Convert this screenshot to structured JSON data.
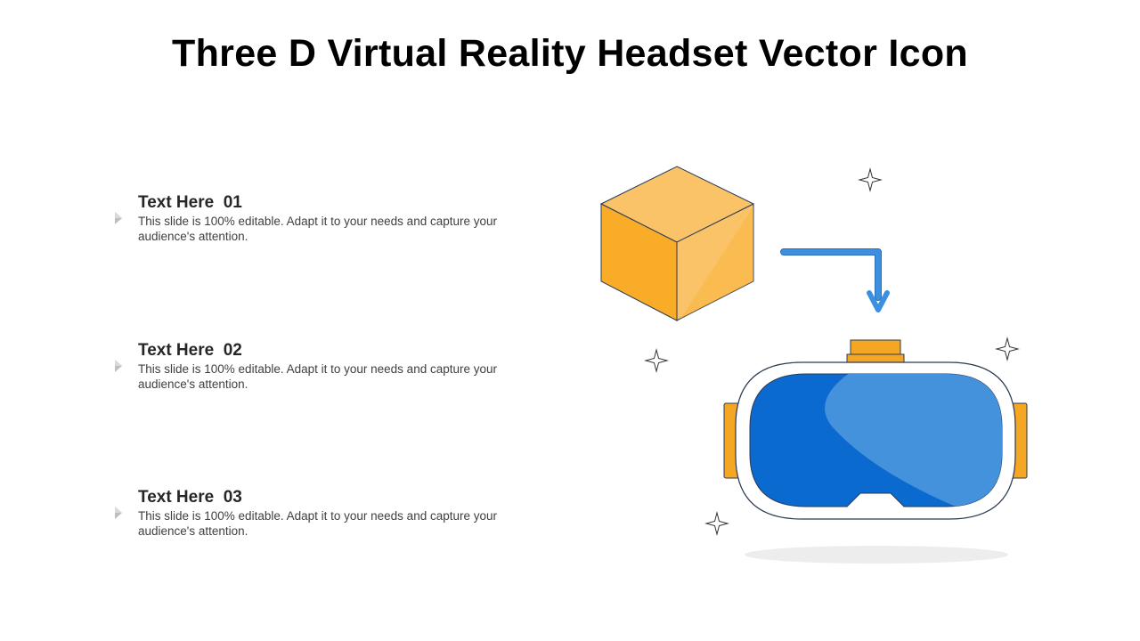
{
  "slide": {
    "title": "Three D Virtual Reality Headset Vector Icon"
  },
  "items": [
    {
      "heading": "Text Here  01",
      "description": "This slide is 100% editable. Adapt it to your needs and capture your audience's attention."
    },
    {
      "heading": "Text Here  02",
      "description": "This slide is 100% editable. Adapt it to your needs and capture your audience's attention."
    },
    {
      "heading": "Text Here  03",
      "description": "This slide is 100% editable. Adapt it to your needs and capture your audience's attention."
    }
  ],
  "icons": {
    "bullet": "chevron-right-icon",
    "cube": "cube-icon",
    "arrow": "arrow-down-icon",
    "headset": "vr-headset-icon",
    "sparkle": "sparkle-icon"
  },
  "colors": {
    "cube_orange": "#F9AC28",
    "cube_light": "#FAC367",
    "arrow_blue": "#3D8FE0",
    "lens_blue": "#0A6ACF",
    "lens_highlight": "#4592DC",
    "strap_orange": "#F5A623",
    "shadow": "#EDEDED"
  }
}
